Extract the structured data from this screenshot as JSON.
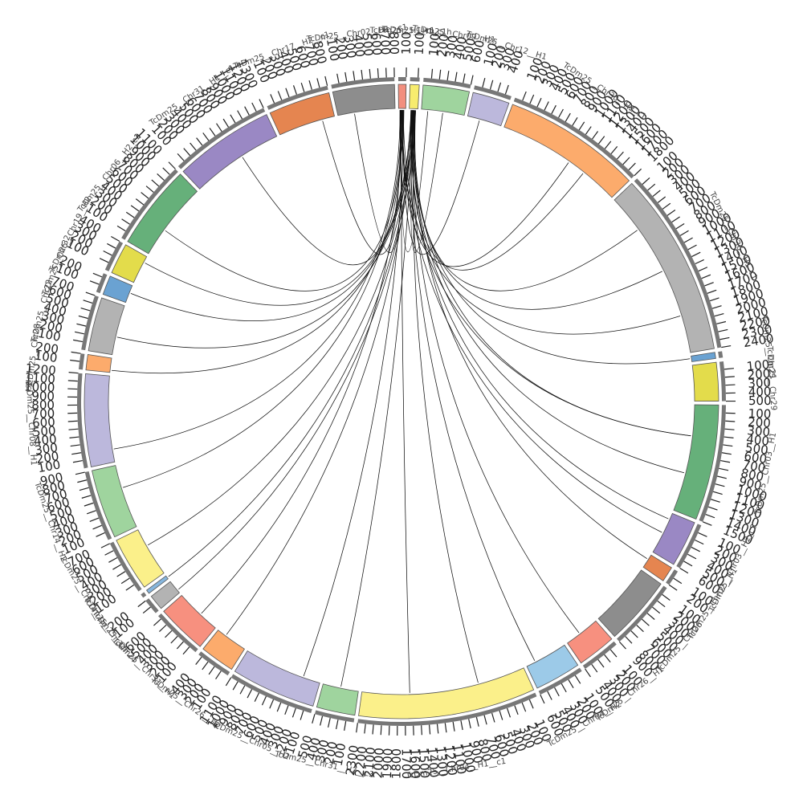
{
  "chart_data": {
    "type": "chord",
    "title": "",
    "tick_interval": 100,
    "segments": [
      {
        "name": "TcDm25__H1_c1",
        "len": 100,
        "color": "#f28f7e"
      },
      {
        "name": "TcDm25__H1_c1h",
        "len": 120,
        "color": "#f7ec6e"
      },
      {
        "name": "TcDm25__Chr09__H1",
        "len": 600,
        "color": "#9fd49e"
      },
      {
        "name": "TcDm25__Chr12__H1",
        "len": 480,
        "color": "#bcb8dc"
      },
      {
        "name": "TcDm25__Chr30__H2_c1",
        "len": 1800,
        "color": "#fcab6c"
      },
      {
        "name": "TcDm25__Chr36__H1_c1",
        "len": 2400,
        "color": "#b3b3b3"
      },
      {
        "name": "TcDm25__Chr21",
        "len": 80,
        "color": "#6aa2d2"
      },
      {
        "name": "TcDm25__Chr29",
        "len": 500,
        "color": "#e3dc4b"
      },
      {
        "name": "TcDm25__Chr03__H1",
        "len": 1500,
        "color": "#66b07a"
      },
      {
        "name": "TcDm25__Chr03__H2_c3",
        "len": 600,
        "color": "#9a88c4"
      },
      {
        "name": "TcDm25__Chr02__H1",
        "len": 200,
        "color": "#e58550"
      },
      {
        "name": "TcDm25__Chr26",
        "len": 900,
        "color": "#8d8d8d"
      },
      {
        "name": "TcDm25__Chr26__H1",
        "len": 500,
        "color": "#f7907f"
      },
      {
        "name": "TcDm25__Chr04__H2",
        "len": 600,
        "color": "#9ccae8"
      },
      {
        "name": "TcDm25__Chr04__H1__c1",
        "len": 2300,
        "color": "#fbf08a"
      },
      {
        "name": "TcDm25__Chr31__H2__c3",
        "len": 500,
        "color": "#9fd49e"
      },
      {
        "name": "TcDm25__Chr05__H2",
        "len": 1100,
        "color": "#bcb8dc"
      },
      {
        "name": "TcDm25__Chr26__H2",
        "len": 450,
        "color": "#fcab6c"
      },
      {
        "name": "TcDm25__Chr31__H1",
        "len": 650,
        "color": "#f7907f"
      },
      {
        "name": "TcDm25__Chr24",
        "len": 200,
        "color": "#b3b3b3"
      },
      {
        "name": "TcDm25__Chr34",
        "len": 50,
        "color": "#87b6dd"
      },
      {
        "name": "TcDm25__Chr14__H1",
        "len": 700,
        "color": "#fbf08a"
      },
      {
        "name": "TcDm25__Chr14__H2",
        "len": 900,
        "color": "#9fd49e"
      },
      {
        "name": "TcDm25__Chr08__H1",
        "len": 1200,
        "color": "#bcb8dc"
      },
      {
        "name": "TcDm25__Chr28",
        "len": 200,
        "color": "#fcab6c"
      },
      {
        "name": "TcDm25__Chr22",
        "len": 700,
        "color": "#b3b3b3"
      },
      {
        "name": "TcDm25__Chr32",
        "len": 250,
        "color": "#6aa2d2"
      },
      {
        "name": "TcDm25__Chr19__H2",
        "len": 400,
        "color": "#e3dc4b"
      },
      {
        "name": "TcDm25__Chr06__H2_c2",
        "len": 1100,
        "color": "#66b07a"
      },
      {
        "name": "TcDm25__Chr31__H1__c1",
        "len": 1300,
        "color": "#9a88c4"
      },
      {
        "name": "TcDm25__Chr17__H2__c1",
        "len": 800,
        "color": "#e58550"
      },
      {
        "name": "TcDm25__Chr02__H1__c1",
        "len": 800,
        "color": "#8d8d8d"
      }
    ],
    "links": [
      {
        "source": 0,
        "target": 2
      },
      {
        "source": 0,
        "target": 3
      },
      {
        "source": 0,
        "target": 4
      },
      {
        "source": 0,
        "target": 5
      },
      {
        "source": 0,
        "target": 8
      },
      {
        "source": 0,
        "target": 9
      },
      {
        "source": 0,
        "target": 14
      },
      {
        "source": 0,
        "target": 16
      },
      {
        "source": 0,
        "target": 18
      },
      {
        "source": 0,
        "target": 22
      },
      {
        "source": 0,
        "target": 23
      },
      {
        "source": 0,
        "target": 28
      },
      {
        "source": 0,
        "target": 29
      },
      {
        "source": 0,
        "target": 30
      },
      {
        "source": 0,
        "target": 31
      },
      {
        "source": 1,
        "target": 2
      },
      {
        "source": 1,
        "target": 4
      },
      {
        "source": 1,
        "target": 5
      },
      {
        "source": 1,
        "target": 6
      },
      {
        "source": 1,
        "target": 8
      },
      {
        "source": 1,
        "target": 9
      },
      {
        "source": 1,
        "target": 10
      },
      {
        "source": 1,
        "target": 12
      },
      {
        "source": 1,
        "target": 13
      },
      {
        "source": 1,
        "target": 14
      },
      {
        "source": 1,
        "target": 15
      },
      {
        "source": 1,
        "target": 17
      },
      {
        "source": 1,
        "target": 19
      },
      {
        "source": 1,
        "target": 20
      },
      {
        "source": 1,
        "target": 21
      },
      {
        "source": 1,
        "target": 24
      },
      {
        "source": 1,
        "target": 25
      },
      {
        "source": 1,
        "target": 26
      },
      {
        "source": 1,
        "target": 27
      },
      {
        "source": 1,
        "target": 8
      },
      {
        "source": 1,
        "target": 5
      }
    ]
  }
}
